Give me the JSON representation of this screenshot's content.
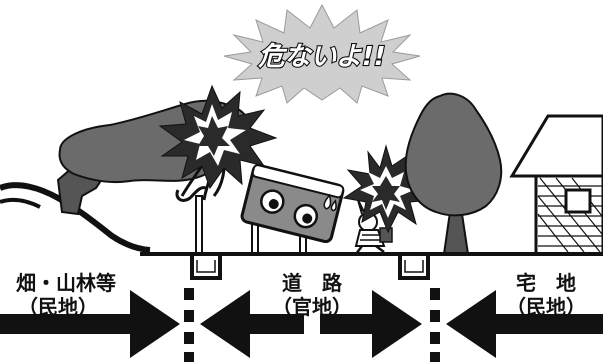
{
  "warning": {
    "text": "危ないよ!!"
  },
  "labels": {
    "left": {
      "name": "畑・山林等",
      "type": "（民地）"
    },
    "center": {
      "name": "道　路",
      "type": "（官地）"
    },
    "right": {
      "name": "宅　地",
      "type": "（民地）"
    }
  },
  "colors": {
    "ink": "#111111",
    "foliage": "#6b6b6b",
    "trunk": "#555555",
    "burst": "#2a2a2a",
    "road_sign": "#8a8a8a",
    "warning_burst": "#cfcfcf"
  }
}
